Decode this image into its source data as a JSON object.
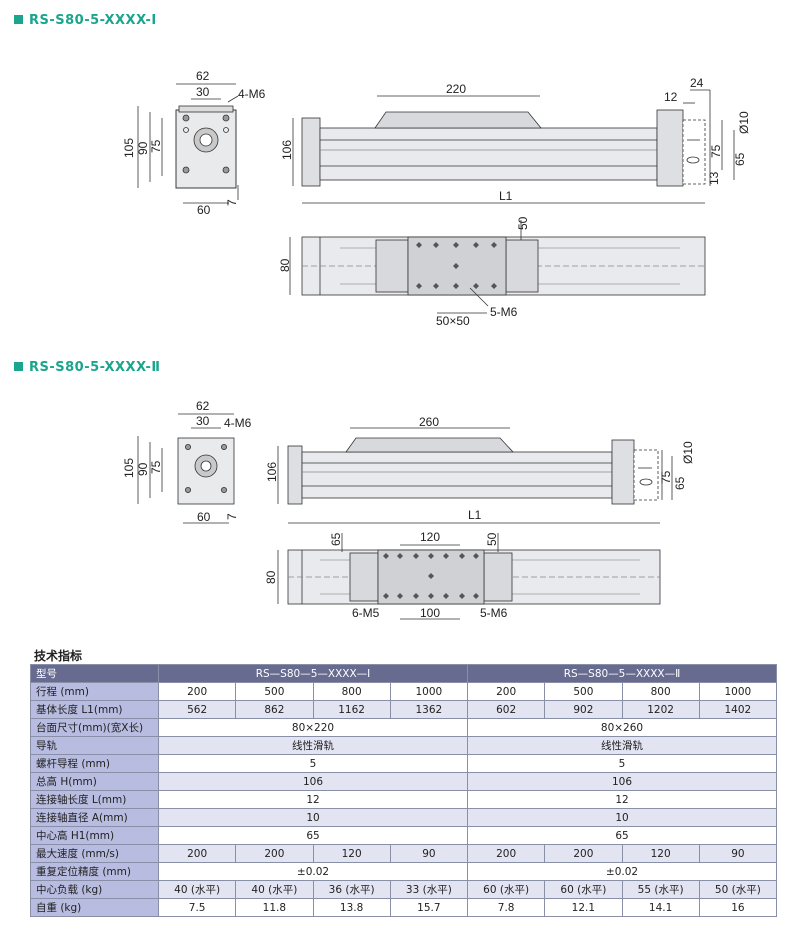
{
  "section1": {
    "title": "RS-S80-5-XXXX-Ⅰ",
    "dims": {
      "d62": "62",
      "d30": "30",
      "m6": "4-M6",
      "d105": "105",
      "d90": "90",
      "d75": "75",
      "d60": "60",
      "d7": "7",
      "d106": "106",
      "d220": "220",
      "d24": "24",
      "d12": "12",
      "d10": "Ø10",
      "d75b": "75",
      "d65": "65",
      "d13": "13",
      "l1": "L1",
      "d80": "80",
      "d50": "50",
      "d50x50": "50×50",
      "m6b": "5-M6"
    }
  },
  "section2": {
    "title": "RS-S80-5-XXXX-Ⅱ",
    "dims": {
      "d62": "62",
      "d30": "30",
      "m6": "4-M6",
      "d105": "105",
      "d90": "90",
      "d75": "75",
      "d60": "60",
      "d7": "7",
      "d106": "106",
      "d260": "260",
      "d10": "Ø10",
      "d75b": "75",
      "d65": "65",
      "l1": "L1",
      "d80": "80",
      "d65c": "65",
      "d120": "120",
      "d50": "50",
      "m5": "6-M5",
      "d100": "100",
      "m6b": "5-M6"
    }
  },
  "table": {
    "caption": "技术指标",
    "header": {
      "label": "型号",
      "model1": "RS—S80—5—XXXX—Ⅰ",
      "model2": "RS—S80—5—XXXX—Ⅱ"
    },
    "rows": [
      {
        "label": "行程 (mm)",
        "cells": [
          "200",
          "500",
          "800",
          "1000",
          "200",
          "500",
          "800",
          "1000"
        ]
      },
      {
        "label": "基体长度 L1(mm)",
        "cells": [
          "562",
          "862",
          "1162",
          "1362",
          "602",
          "902",
          "1202",
          "1402"
        ]
      },
      {
        "label": "台面尺寸(mm)(宽X长)",
        "merged": [
          "80×220",
          "80×260"
        ]
      },
      {
        "label": "导轨",
        "merged": [
          "线性滑轨",
          "线性滑轨"
        ]
      },
      {
        "label": "螺杆导程 (mm)",
        "merged": [
          "5",
          "5"
        ]
      },
      {
        "label": "总高 H(mm)",
        "merged": [
          "106",
          "106"
        ]
      },
      {
        "label": "连接轴长度 L(mm)",
        "merged": [
          "12",
          "12"
        ]
      },
      {
        "label": "连接轴直径 A(mm)",
        "merged": [
          "10",
          "10"
        ]
      },
      {
        "label": "中心高 H1(mm)",
        "merged": [
          "65",
          "65"
        ]
      },
      {
        "label": "最大速度 (mm/s)",
        "cells": [
          "200",
          "200",
          "120",
          "90",
          "200",
          "200",
          "120",
          "90"
        ]
      },
      {
        "label": "重复定位精度 (mm)",
        "merged": [
          "±0.02",
          "±0.02"
        ]
      },
      {
        "label": "中心负载 (kg)",
        "cells": [
          "40 (水平)",
          "40 (水平)",
          "36 (水平)",
          "33 (水平)",
          "60 (水平)",
          "60 (水平)",
          "55 (水平)",
          "50 (水平)"
        ]
      },
      {
        "label": "自重 (kg)",
        "cells": [
          "7.5",
          "11.8",
          "13.8",
          "15.7",
          "7.8",
          "12.1",
          "14.1",
          "16"
        ]
      }
    ]
  }
}
